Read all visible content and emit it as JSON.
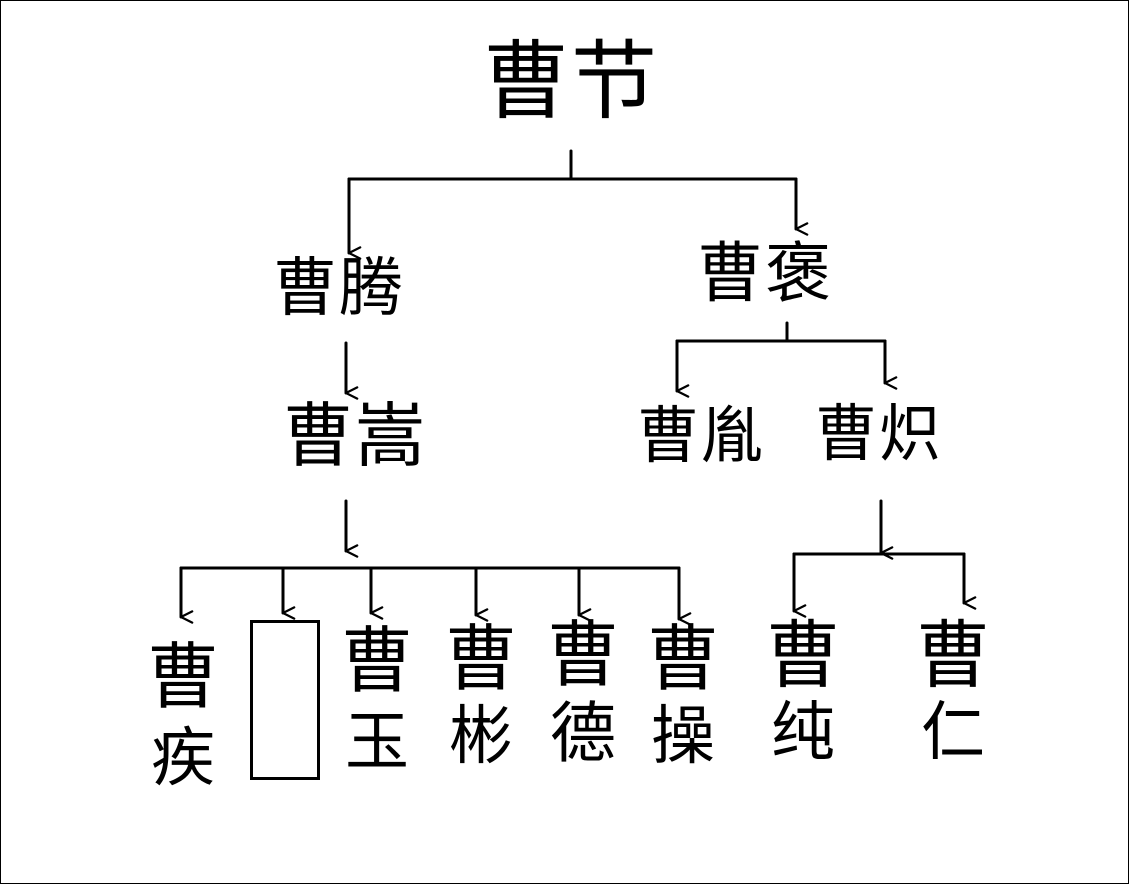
{
  "tree": {
    "root": "曹节",
    "level1": {
      "left": "曹腾",
      "right": "曹褒"
    },
    "level2": {
      "left": "曹嵩",
      "right_a": "曹胤",
      "right_b": "曹炽"
    },
    "leaves": [
      {
        "surname": "曹",
        "given": "疾"
      },
      {
        "surname": "",
        "given": ""
      },
      {
        "surname": "曹",
        "given": "玉"
      },
      {
        "surname": "曹",
        "given": "彬"
      },
      {
        "surname": "曹",
        "given": "德"
      },
      {
        "surname": "曹",
        "given": "操"
      },
      {
        "surname": "曹",
        "given": "纯"
      },
      {
        "surname": "曹",
        "given": "仁"
      }
    ]
  },
  "style": {
    "ink": "#000000",
    "paper": "#ffffff"
  }
}
